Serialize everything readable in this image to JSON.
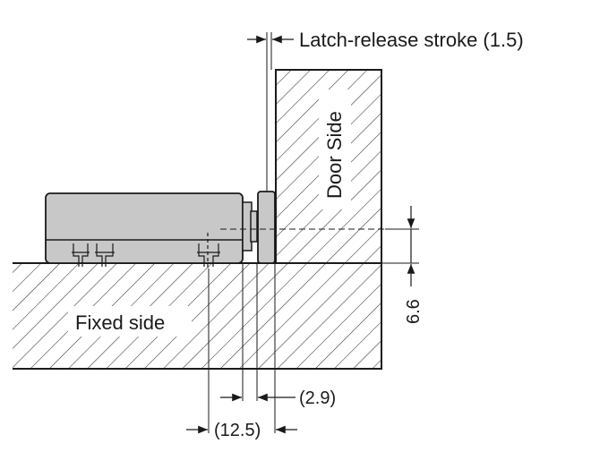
{
  "labels": {
    "latch_release": "Latch-release stroke (1.5)",
    "door_side": "Door Side",
    "fixed_side": "Fixed side",
    "dim_vertical": "6.6",
    "dim_small": "(2.9)",
    "dim_large": "(12.5)"
  },
  "colors": {
    "line": "#1a1a1a",
    "hatch": "#333333",
    "body_fill": "#c8c8c8",
    "background": "#ffffff"
  }
}
